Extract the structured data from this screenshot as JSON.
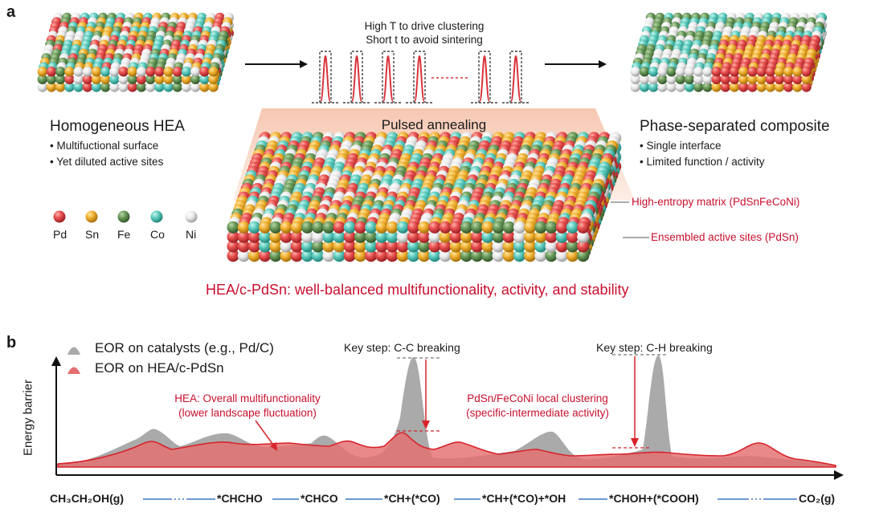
{
  "panel_a": {
    "label": "a",
    "pulse_caption_line1": "High T to drive clustering",
    "pulse_caption_line2": "Short t to avoid sintering",
    "pulsed_annealing": "Pulsed annealing",
    "left": {
      "title": "Homogeneous HEA",
      "bullets": [
        "• Multifuctional surface",
        "• Yet diluted active sites"
      ]
    },
    "right": {
      "title": "Phase-separated composite",
      "bullets": [
        "• Single interface",
        "• Limited function / activity"
      ]
    },
    "elements": [
      {
        "symbol": "Pd",
        "color": "#e8504f"
      },
      {
        "symbol": "Sn",
        "color": "#f2b233"
      },
      {
        "symbol": "Fe",
        "color": "#6b9c5c"
      },
      {
        "symbol": "Co",
        "color": "#5fcdbf"
      },
      {
        "symbol": "Ni",
        "color": "#e9e9e9"
      }
    ],
    "matrix_label": "High-entropy matrix (PdSnFeCoNi)",
    "sites_label": "Ensembled active sites (PdSn)",
    "caption": "HEA/c-PdSn: well-balanced multifunctionality, activity, and stability"
  },
  "panel_b": {
    "label": "b",
    "legend": [
      {
        "label": "EOR on catalysts (e.g., Pd/C)",
        "color": "#a9a9a9"
      },
      {
        "label": "EOR on HEA/c-PdSn",
        "color": "#e46f70"
      }
    ],
    "y_axis_label": "Energy barrier",
    "key_step_cc": "Key step: C-C breaking",
    "key_step_ch": "Key step: C-H breaking",
    "hea_note_line1": "HEA: Overall multifunctionality",
    "hea_note_line2": "(lower landscape fluctuation)",
    "pdsn_note_line1": "PdSn/FeCoNi local clustering",
    "pdsn_note_line2": "(specific-intermediate activity)",
    "pathway": [
      "CH₃CH₂OH(g)",
      "*CHCHO",
      "*CHCO",
      "*CH+(*CO)",
      "*CH+(*CO)+*OH",
      "*CHOH+(*COOH)",
      "CO₂(g)"
    ]
  }
}
